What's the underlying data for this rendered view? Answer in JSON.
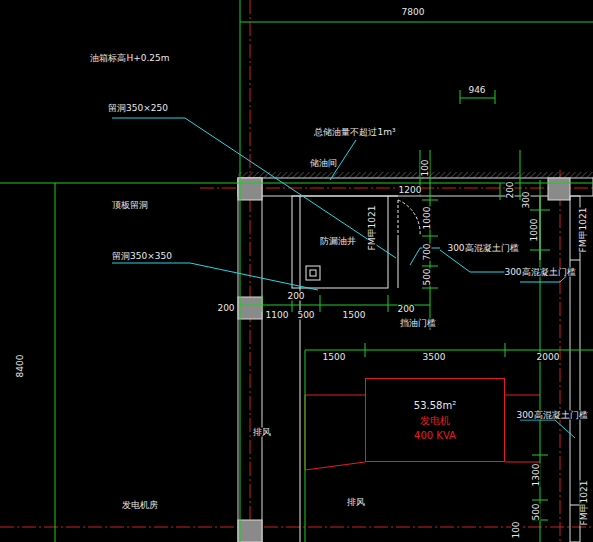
{
  "diagram": {
    "nodes": [
      {
        "text": [
          "53.58m²",
          "发电机",
          "400 KVA"
        ]
      }
    ],
    "labels": [
      "7800",
      "946",
      "油箱标高H+0.25m",
      "留洞350×250",
      "总储油量不超过1m³",
      "储油间",
      "100",
      "1200",
      "FM甲1021",
      "1000",
      "防漏油井",
      "700",
      "300高混凝土门槛",
      "500",
      "顶板留洞",
      "留洞350×350",
      "200",
      "200",
      "1100",
      "500",
      "1500",
      "200",
      "挡油门槛",
      "200",
      "300",
      "1000",
      "FM甲1021",
      "300高混凝土门槛",
      "1500",
      "3500",
      "2000",
      "8400",
      "300高混凝土门槛",
      "排风",
      "1300",
      "FM甲1021",
      "排风",
      "发电机房",
      "500",
      "100"
    ]
  }
}
